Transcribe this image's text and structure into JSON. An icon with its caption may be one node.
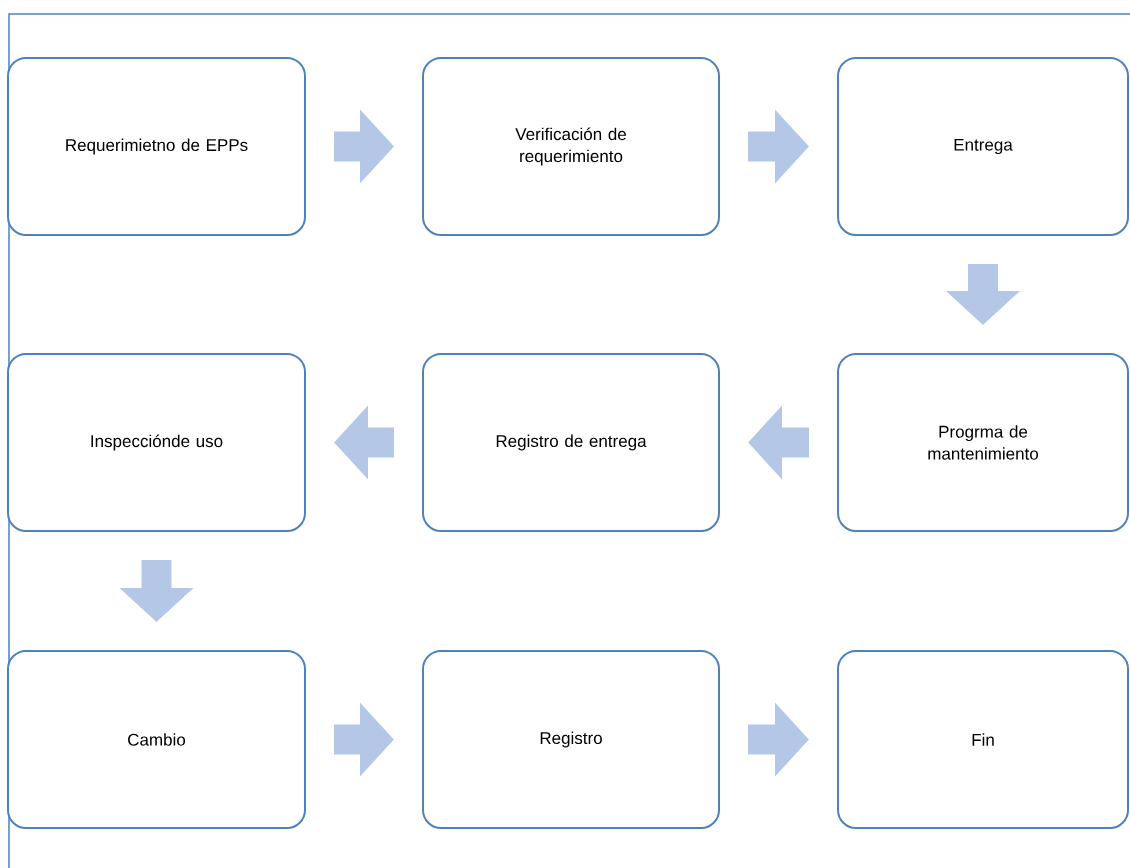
{
  "diagram": {
    "nodes": [
      {
        "text": [
          "Requerimietno de EPPs"
        ]
      },
      {
        "text": [
          "Verificación de requerimiento"
        ]
      },
      {
        "text": [
          "Entrega"
        ]
      },
      {
        "text": [
          "Inspecciónde uso"
        ]
      },
      {
        "text": [
          "Registro de entrega"
        ]
      },
      {
        "text": [
          "Progrma de mantenimiento"
        ]
      },
      {
        "text": [
          "Cambio"
        ]
      },
      {
        "text": [
          "Registro"
        ]
      },
      {
        "text": [
          "Fin"
        ]
      }
    ],
    "edges": [
      {
        "from": 0,
        "to": 1,
        "arrow": "to"
      },
      {
        "from": 1,
        "to": 2,
        "arrow": "to"
      },
      {
        "from": 2,
        "to": 5,
        "arrow": "to"
      },
      {
        "from": 5,
        "to": 4,
        "arrow": "to"
      },
      {
        "from": 4,
        "to": 3,
        "arrow": "to"
      },
      {
        "from": 3,
        "to": 6,
        "arrow": "to"
      },
      {
        "from": 6,
        "to": 7,
        "arrow": "to"
      },
      {
        "from": 7,
        "to": 8,
        "arrow": "to"
      }
    ]
  }
}
